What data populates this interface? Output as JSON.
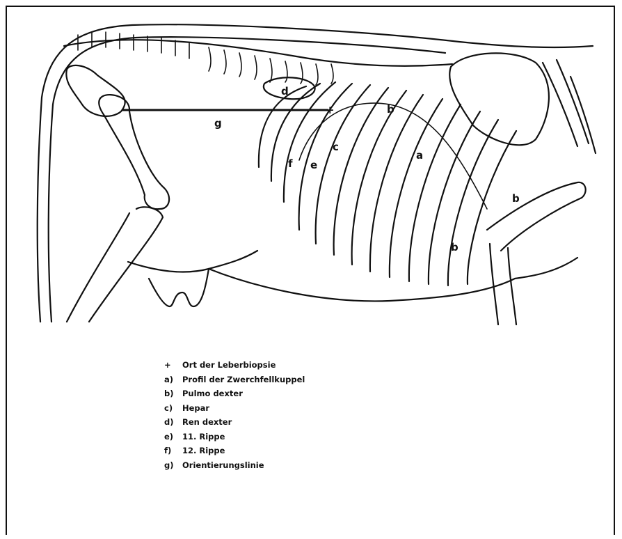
{
  "figure": {
    "labels": {
      "a": "a",
      "b": "b",
      "c": "c",
      "d": "d",
      "e": "e",
      "f": "f",
      "g": "g"
    }
  },
  "legend": [
    {
      "key": "+",
      "text": "Ort der Leberbiopsie"
    },
    {
      "key": "a)",
      "text": "Profil der Zwerchfellkuppel"
    },
    {
      "key": "b)",
      "text": "Pulmo dexter"
    },
    {
      "key": "c)",
      "text": "Hepar"
    },
    {
      "key": "d)",
      "text": "Ren dexter"
    },
    {
      "key": "e)",
      "text": "11. Rippe"
    },
    {
      "key": "f)",
      "text": "12. Rippe"
    },
    {
      "key": "g)",
      "text": "Orientierungslinie"
    }
  ]
}
